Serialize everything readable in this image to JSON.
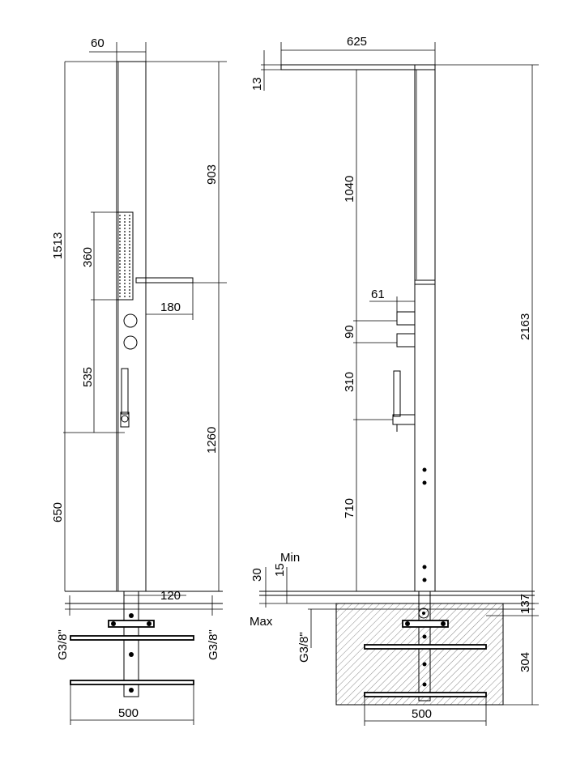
{
  "colors": {
    "line": "#000000",
    "background": "#ffffff",
    "hatch": "#555555"
  },
  "front_view": {
    "dim_width_top": "60",
    "dim_total_height": "1513",
    "dim_upper": "903",
    "dim_spray_panel": "360",
    "dim_shelf_depth": "180",
    "dim_mid": "535",
    "dim_lower_right": "1260",
    "dim_floor_to_outlet": "650",
    "dim_pipe_spacing": "120",
    "dim_thread_left": "G3/8\"",
    "dim_thread_right": "G3/8\"",
    "dim_base_width": "500"
  },
  "side_view": {
    "dim_top_depth": "625",
    "dim_top_thickness": "13",
    "dim_upper": "1040",
    "dim_lever_depth": "61",
    "dim_lever_spacing": "90",
    "dim_hand_shower": "310",
    "dim_lower": "710",
    "dim_total_height": "2163",
    "dim_floor_30": "30",
    "dim_floor_15": "15",
    "label_min": "Min",
    "label_max": "Max",
    "dim_thread": "G3/8\"",
    "dim_below_floor": "137",
    "dim_base_depth": "304",
    "dim_base_width": "500"
  }
}
